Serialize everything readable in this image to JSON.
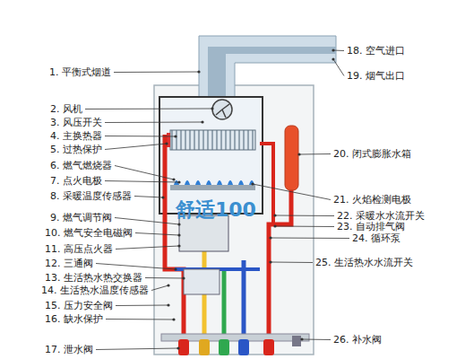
{
  "diagram": {
    "labels": [
      "1. 平衡式烟道",
      "2. 风机",
      "3. 风压开关",
      "4. 主换热器",
      "5. 过热保护",
      "6. 燃气燃烧器",
      "7. 点火电极",
      "8. 采暖温度传感器",
      "9. 燃气调节阀",
      "10. 燃气安全电磁阀",
      "11. 高压点火器",
      "12. 三通阀",
      "13. 生活热水热交换器",
      "14. 生活热水温度传感器",
      "15. 压力安全阀",
      "16. 缺水保护",
      "17. 泄水阀",
      "18. 空气进口",
      "19. 烟气出口",
      "20. 闭式膨胀水箱",
      "21. 火焰检测电极",
      "22. 采暖水水流开关",
      "23. 自动排气阀",
      "24. 循环泵",
      "25. 生活热水水流开关",
      "26. 补水阀",
      "舒适100"
    ]
  }
}
